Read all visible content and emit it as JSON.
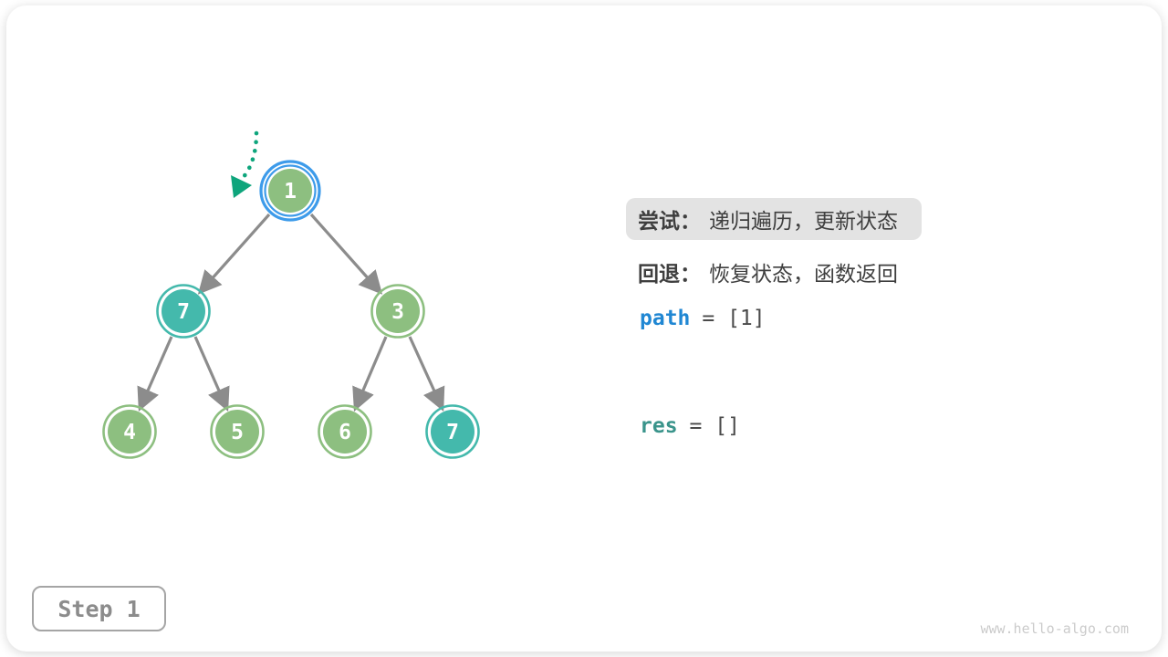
{
  "tree": {
    "nodes": [
      {
        "id": "root",
        "value": "1",
        "fill": "green",
        "highlight": "current"
      },
      {
        "id": "left",
        "value": "7",
        "fill": "teal"
      },
      {
        "id": "right",
        "value": "3",
        "fill": "green"
      },
      {
        "id": "left-left",
        "value": "4",
        "fill": "green"
      },
      {
        "id": "left-right",
        "value": "5",
        "fill": "green"
      },
      {
        "id": "right-left",
        "value": "6",
        "fill": "green"
      },
      {
        "id": "right-right",
        "value": "7",
        "fill": "teal"
      }
    ],
    "edges": [
      [
        "root",
        "left"
      ],
      [
        "root",
        "right"
      ],
      [
        "left",
        "left-left"
      ],
      [
        "left",
        "left-right"
      ],
      [
        "right",
        "right-left"
      ],
      [
        "right",
        "right-right"
      ]
    ]
  },
  "annotations": {
    "try_label": "尝试：",
    "try_text": "递归遍历，更新状态",
    "back_label": "回退：",
    "back_text": "恢复状态，函数返回",
    "path_var": "path",
    "path_rest": "= [1]",
    "res_var": "res",
    "res_rest": "= []"
  },
  "step_button": {
    "label": "Step 1"
  },
  "watermark": "www.hello-algo.com",
  "colors": {
    "node_green": "#8DBF80",
    "node_teal": "#44B9AC",
    "current_ring_blue": "#3D9BEA",
    "edge_gray": "#8C8C8C",
    "pointer_arrow_green": "#0EA57C",
    "path_blue": "#2087D3",
    "res_teal": "#3A948B",
    "text_dark": "#3F3F3F",
    "annotation_box_bg": "#E3E3E3",
    "step_gray": "#8C8C8C",
    "watermark_gray": "#CBCBCB"
  }
}
